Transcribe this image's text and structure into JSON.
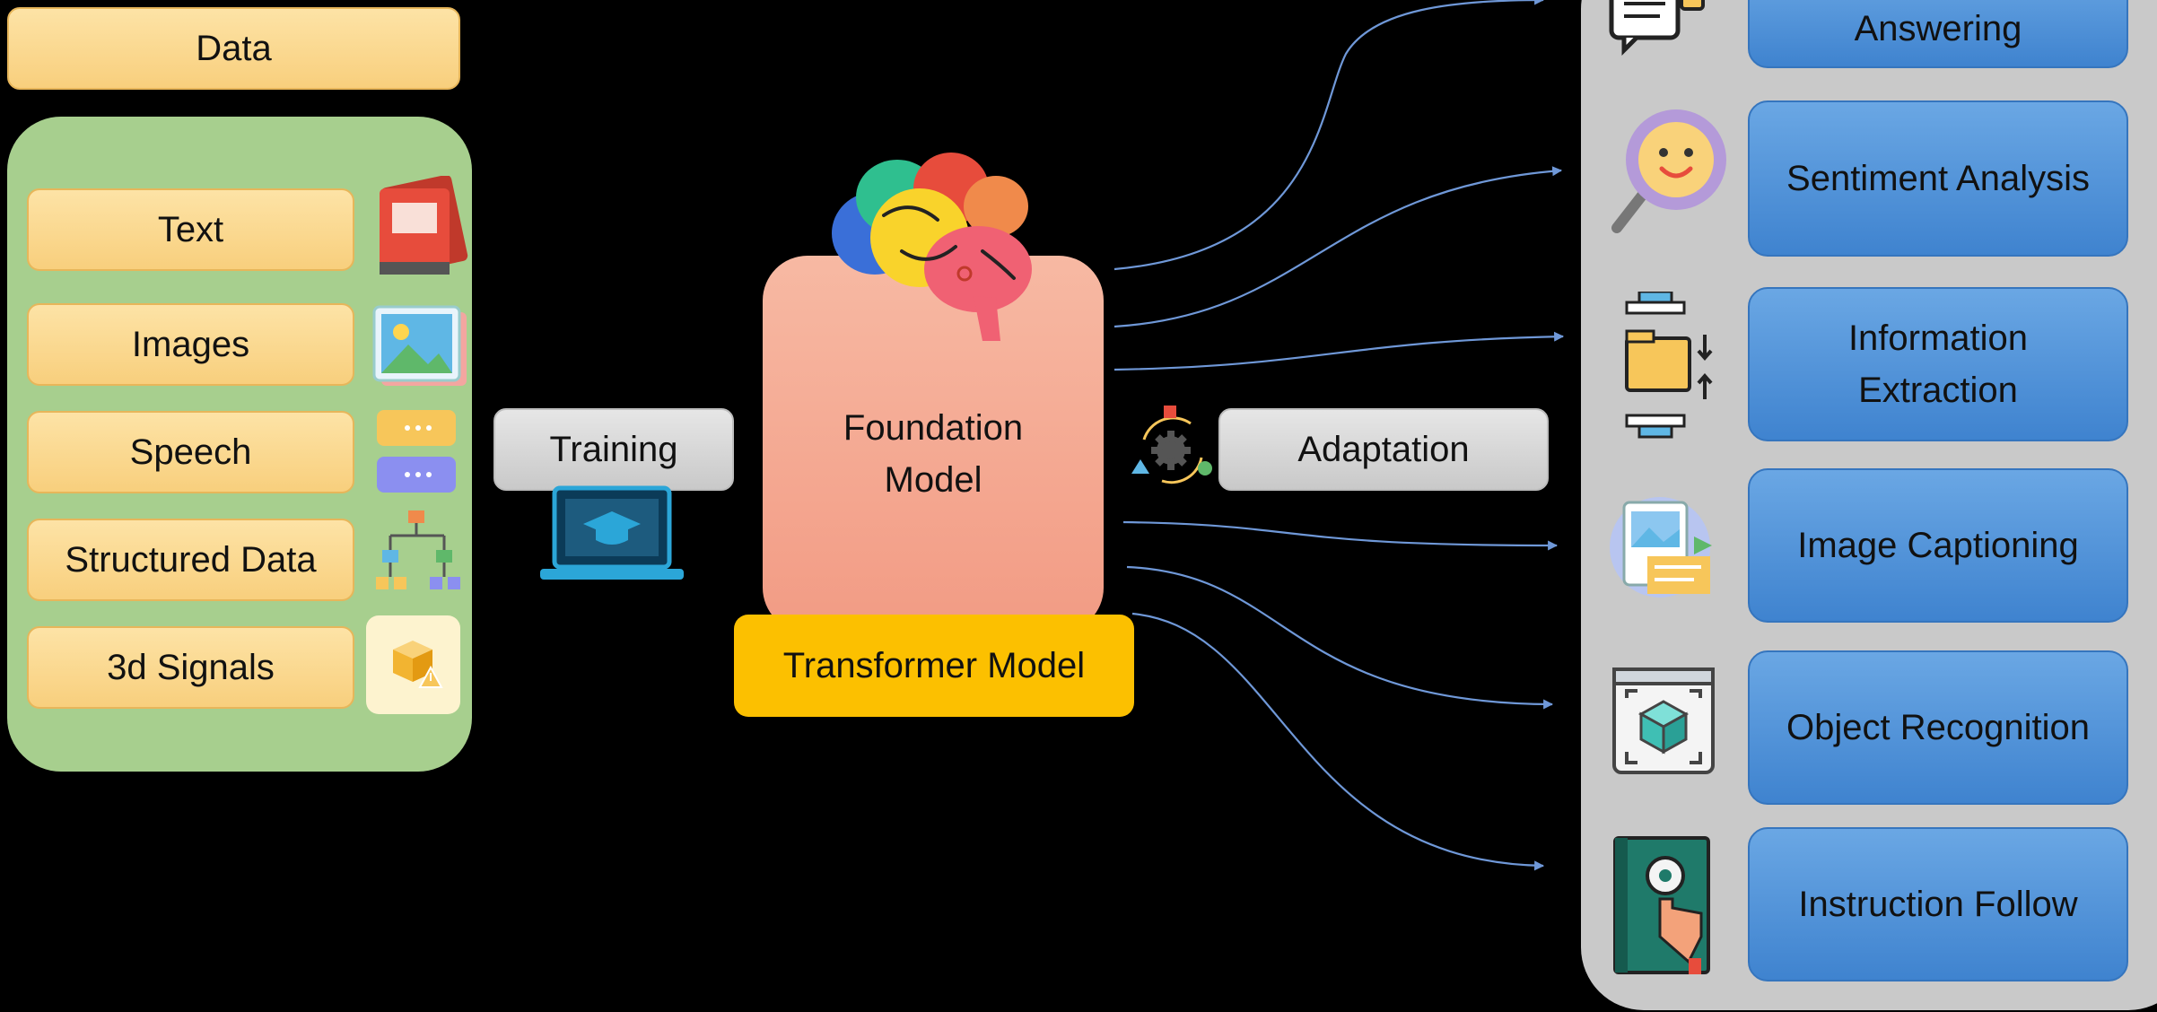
{
  "data_header": "Data",
  "data_items": [
    "Text",
    "Images",
    "Speech",
    "Structured Data",
    "3d Signals"
  ],
  "training_label": "Training",
  "foundation_label": "Foundation\nModel",
  "transformer_label": "Transformer Model",
  "adaptation_label": "Adaptation",
  "tasks": [
    "Answering",
    "Sentiment Analysis",
    "Information\nExtraction",
    "Image Captioning",
    "Object Recognition",
    "Instruction Follow"
  ],
  "colors": {
    "data_panel": "#a7cf8e",
    "data_item": "#f8cf7d",
    "foundation": "#f4a58d",
    "transformer": "#fcc000",
    "task_button": "#4a8ed6",
    "tasks_panel": "#c9c9c9",
    "arrow": "#6f98d8"
  }
}
